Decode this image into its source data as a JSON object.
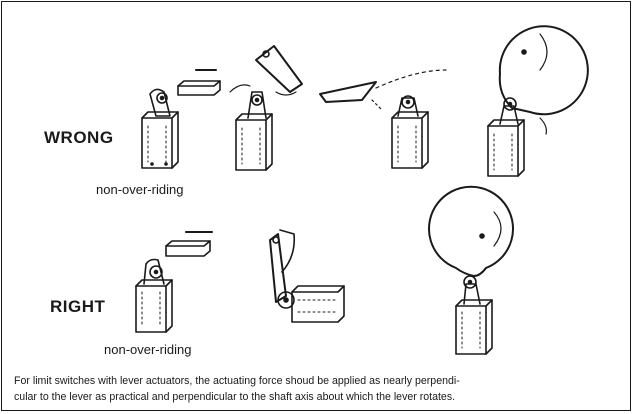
{
  "labels": {
    "wrong": "WRONG",
    "right": "RIGHT",
    "note_wrong": "non-over-riding",
    "note_right": "non-over-riding"
  },
  "caption": {
    "line1": "For limit switches with lever actuators, the actuating force shoud be applied as nearly perpendi-",
    "line2": "cular to the lever as practical and perpendicular to the shaft axis about which the lever rotates."
  },
  "colors": {
    "ink": "#1a1a1a",
    "paper": "#ffffff"
  }
}
